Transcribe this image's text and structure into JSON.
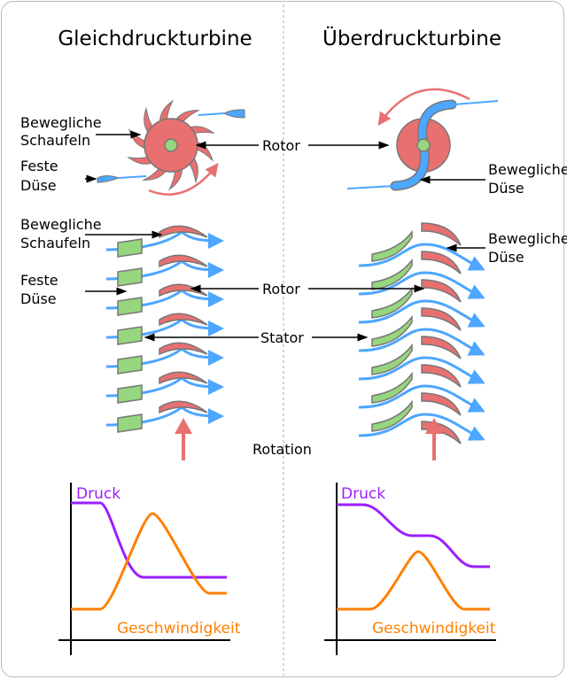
{
  "titles": {
    "left": "Gleichdruckturbine",
    "right": "Überdruckturbine"
  },
  "labels": {
    "moving_blades_1": "Bewegliche",
    "moving_blades_2": "Schaufeln",
    "fixed_nozzle_1": "Feste",
    "fixed_nozzle_2": "Düse",
    "moving_nozzle_1": "Bewegliche",
    "moving_nozzle_2": "Düse",
    "rotor": "Rotor",
    "stator": "Stator",
    "rotation": "Rotation"
  },
  "graphs": {
    "pressure": "Druck",
    "velocity": "Geschwindigkeit"
  },
  "colors": {
    "rotor": "#e87070",
    "stator": "#96d67e",
    "flow": "#4da6ff",
    "pressure": "#9b1fff",
    "velocity": "#ff8000",
    "hub": "#96d67e"
  }
}
